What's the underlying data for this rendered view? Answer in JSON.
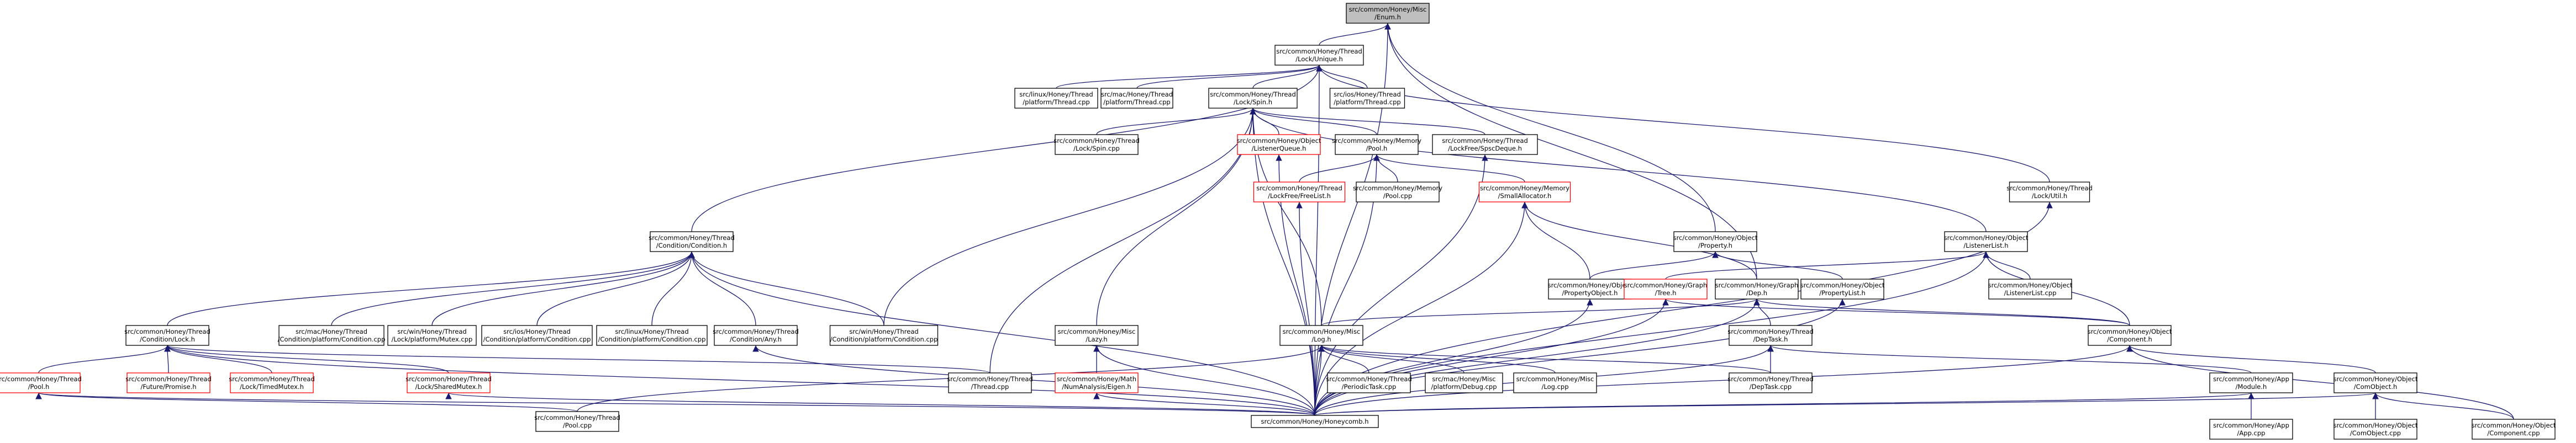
{
  "colors": {
    "edge": "#191970",
    "node_border": "#000000",
    "node_border_missing": "#ff0000",
    "node_fill": "#ffffff",
    "root_fill": "#bfbfbf"
  },
  "nodes": [
    {
      "id": "enum",
      "lines": [
        "src/common/Honey/Misc",
        "/Enum.h"
      ],
      "style": "root"
    },
    {
      "id": "unique",
      "lines": [
        "src/common/Honey/Thread",
        "/Lock/Unique.h"
      ],
      "style": "normal"
    },
    {
      "id": "linuxthread",
      "lines": [
        "src/linux/Honey/Thread",
        "/platform/Thread.cpp"
      ],
      "style": "normal"
    },
    {
      "id": "macthread",
      "lines": [
        "src/mac/Honey/Thread",
        "/platform/Thread.cpp"
      ],
      "style": "normal"
    },
    {
      "id": "spin",
      "lines": [
        "src/common/Honey/Thread",
        "/Lock/Spin.h"
      ],
      "style": "normal"
    },
    {
      "id": "iosthread",
      "lines": [
        "src/ios/Honey/Thread",
        "/platform/Thread.cpp"
      ],
      "style": "normal"
    },
    {
      "id": "lockutil",
      "lines": [
        "src/common/Honey/Thread",
        "/Lock/Util.h"
      ],
      "style": "normal"
    },
    {
      "id": "spincpp",
      "lines": [
        "src/common/Honey/Thread",
        "/Lock/Spin.cpp"
      ],
      "style": "normal"
    },
    {
      "id": "listenerqueue",
      "lines": [
        "src/common/Honey/Object",
        "/ListenerQueue.h"
      ],
      "style": "missing"
    },
    {
      "id": "mempool",
      "lines": [
        "src/common/Honey/Memory",
        "/Pool.h"
      ],
      "style": "normal"
    },
    {
      "id": "lockfreespscdeque",
      "lines": [
        "src/common/Honey/Thread",
        "/LockFree/SpscDeque.h"
      ],
      "style": "normal"
    },
    {
      "id": "property",
      "lines": [
        "src/common/Honey/Object",
        "/Property.h"
      ],
      "style": "normal"
    },
    {
      "id": "listenerlist",
      "lines": [
        "src/common/Honey/Object",
        "/ListenerList.h"
      ],
      "style": "normal"
    },
    {
      "id": "freelist",
      "lines": [
        "src/common/Honey/Thread",
        "/LockFree/FreeList.h"
      ],
      "style": "missing"
    },
    {
      "id": "poolcpp",
      "lines": [
        "src/common/Honey/Memory",
        "/Pool.cpp"
      ],
      "style": "normal"
    },
    {
      "id": "smallalloc",
      "lines": [
        "src/common/Honey/Memory",
        "/SmallAllocator.h"
      ],
      "style": "missing"
    },
    {
      "id": "condition",
      "lines": [
        "src/common/Honey/Thread",
        "/Condition/Condition.h"
      ],
      "style": "normal"
    },
    {
      "id": "propertyobject",
      "lines": [
        "src/common/Honey/Object",
        "/PropertyObject.h"
      ],
      "style": "normal"
    },
    {
      "id": "tree",
      "lines": [
        "src/common/Honey/Graph",
        "/Tree.h"
      ],
      "style": "missing"
    },
    {
      "id": "dep",
      "lines": [
        "src/common/Honey/Graph",
        "/Dep.h"
      ],
      "style": "normal"
    },
    {
      "id": "propertylist",
      "lines": [
        "src/common/Honey/Object",
        "/PropertyList.h"
      ],
      "style": "normal"
    },
    {
      "id": "listenerlistcpp",
      "lines": [
        "src/common/Honey/Object",
        "/ListenerList.cpp"
      ],
      "style": "normal"
    },
    {
      "id": "condlock",
      "lines": [
        "src/common/Honey/Thread",
        "/Condition/Lock.h"
      ],
      "style": "normal"
    },
    {
      "id": "maccond",
      "lines": [
        "src/mac/Honey/Thread",
        "/Condition/platform/Condition.cpp"
      ],
      "style": "normal"
    },
    {
      "id": "winmutex",
      "lines": [
        "src/win/Honey/Thread",
        "/Lock/platform/Mutex.cpp"
      ],
      "style": "normal"
    },
    {
      "id": "ioscond",
      "lines": [
        "src/ios/Honey/Thread",
        "/Condition/platform/Condition.cpp"
      ],
      "style": "normal"
    },
    {
      "id": "linuxcond",
      "lines": [
        "src/linux/Honey/Thread",
        "/Condition/platform/Condition.cpp"
      ],
      "style": "normal"
    },
    {
      "id": "condany",
      "lines": [
        "src/common/Honey/Thread",
        "/Condition/Any.h"
      ],
      "style": "normal"
    },
    {
      "id": "wincond",
      "lines": [
        "src/win/Honey/Thread",
        "/Condition/platform/Condition.cpp"
      ],
      "style": "normal"
    },
    {
      "id": "lazy",
      "lines": [
        "src/common/Honey/Misc",
        "/Lazy.h"
      ],
      "style": "normal"
    },
    {
      "id": "log",
      "lines": [
        "src/common/Honey/Misc",
        "/Log.h"
      ],
      "style": "normal"
    },
    {
      "id": "deptask",
      "lines": [
        "src/common/Honey/Thread",
        "/DepTask.h"
      ],
      "style": "normal"
    },
    {
      "id": "component",
      "lines": [
        "src/common/Honey/Object",
        "/Component.h"
      ],
      "style": "normal"
    },
    {
      "id": "threadpool",
      "lines": [
        "src/common/Honey/Thread",
        "/Pool.h"
      ],
      "style": "missing"
    },
    {
      "id": "futurepromise",
      "lines": [
        "src/common/Honey/Thread",
        "/Future/Promise.h"
      ],
      "style": "missing"
    },
    {
      "id": "timedmutex",
      "lines": [
        "src/common/Honey/Thread",
        "/Lock/TimedMutex.h"
      ],
      "style": "missing"
    },
    {
      "id": "sharedmutex",
      "lines": [
        "src/common/Honey/Thread",
        "/Lock/SharedMutex.h"
      ],
      "style": "missing"
    },
    {
      "id": "threadcpp",
      "lines": [
        "src/common/Honey/Thread",
        "/Thread.cpp"
      ],
      "style": "normal"
    },
    {
      "id": "numanalysis",
      "lines": [
        "src/common/Honey/Math",
        "/NumAnalysis/Eigen.h"
      ],
      "style": "missing"
    },
    {
      "id": "periodictask",
      "lines": [
        "src/common/Honey/Thread",
        "/PeriodicTask.cpp"
      ],
      "style": "normal"
    },
    {
      "id": "macdebug",
      "lines": [
        "src/mac/Honey/Misc",
        "/platform/Debug.cpp"
      ],
      "style": "normal"
    },
    {
      "id": "logcpp",
      "lines": [
        "src/common/Honey/Misc",
        "/Log.cpp"
      ],
      "style": "normal"
    },
    {
      "id": "deptaskcpp",
      "lines": [
        "src/common/Honey/Thread",
        "/DepTask.cpp"
      ],
      "style": "normal"
    },
    {
      "id": "module",
      "lines": [
        "src/common/Honey/App",
        "/Module.h"
      ],
      "style": "normal"
    },
    {
      "id": "comobject",
      "lines": [
        "src/common/Honey/Object",
        "/ComObject.h"
      ],
      "style": "normal"
    },
    {
      "id": "poolthreadcpp",
      "lines": [
        "src/common/Honey/Thread",
        "/Pool.cpp"
      ],
      "style": "normal"
    },
    {
      "id": "honeycomb",
      "lines": [
        "src/common/Honey/Honeycomb.h"
      ],
      "style": "normal"
    },
    {
      "id": "appcpp",
      "lines": [
        "src/common/Honey/App",
        "/App.cpp"
      ],
      "style": "normal"
    },
    {
      "id": "comobjectcpp",
      "lines": [
        "src/common/Honey/Object",
        "/ComObject.cpp"
      ],
      "style": "normal"
    },
    {
      "id": "componentcpp",
      "lines": [
        "src/common/Honey/Object",
        "/Component.cpp"
      ],
      "style": "normal"
    }
  ],
  "edges": [
    [
      "enum",
      "unique"
    ],
    [
      "enum",
      "property"
    ],
    [
      "enum",
      "dep"
    ],
    [
      "enum",
      "honeycomb"
    ],
    [
      "unique",
      "linuxthread"
    ],
    [
      "unique",
      "macthread"
    ],
    [
      "unique",
      "spin"
    ],
    [
      "unique",
      "iosthread"
    ],
    [
      "unique",
      "lockutil"
    ],
    [
      "unique",
      "condition"
    ],
    [
      "unique",
      "honeycomb"
    ],
    [
      "spin",
      "spincpp"
    ],
    [
      "spin",
      "listenerqueue"
    ],
    [
      "spin",
      "mempool"
    ],
    [
      "spin",
      "lockfreespscdeque"
    ],
    [
      "spin",
      "listenerlist"
    ],
    [
      "spin",
      "lazy"
    ],
    [
      "spin",
      "log"
    ],
    [
      "spin",
      "threadcpp"
    ],
    [
      "spin",
      "wincond"
    ],
    [
      "spin",
      "honeycomb"
    ],
    [
      "lockutil",
      "honeycomb"
    ],
    [
      "listenerqueue",
      "honeycomb"
    ],
    [
      "mempool",
      "freelist"
    ],
    [
      "mempool",
      "poolcpp"
    ],
    [
      "mempool",
      "smallalloc"
    ],
    [
      "mempool",
      "honeycomb"
    ],
    [
      "lockfreespscdeque",
      "honeycomb"
    ],
    [
      "property",
      "propertyobject"
    ],
    [
      "property",
      "propertylist"
    ],
    [
      "listenerlist",
      "tree"
    ],
    [
      "listenerlist",
      "listenerlistcpp"
    ],
    [
      "listenerlist",
      "component"
    ],
    [
      "listenerlist",
      "honeycomb"
    ],
    [
      "freelist",
      "honeycomb"
    ],
    [
      "smallalloc",
      "dep"
    ],
    [
      "smallalloc",
      "propertyobject"
    ],
    [
      "smallalloc",
      "honeycomb"
    ],
    [
      "condition",
      "condlock"
    ],
    [
      "condition",
      "maccond"
    ],
    [
      "condition",
      "winmutex"
    ],
    [
      "condition",
      "ioscond"
    ],
    [
      "condition",
      "linuxcond"
    ],
    [
      "condition",
      "condany"
    ],
    [
      "condition",
      "wincond"
    ],
    [
      "condition",
      "honeycomb"
    ],
    [
      "propertyobject",
      "honeycomb"
    ],
    [
      "tree",
      "component"
    ],
    [
      "tree",
      "honeycomb"
    ],
    [
      "dep",
      "deptask"
    ],
    [
      "dep",
      "log"
    ],
    [
      "dep",
      "component"
    ],
    [
      "dep",
      "honeycomb"
    ],
    [
      "propertylist",
      "honeycomb"
    ],
    [
      "condlock",
      "threadpool"
    ],
    [
      "condlock",
      "futurepromise"
    ],
    [
      "condlock",
      "timedmutex"
    ],
    [
      "condlock",
      "sharedmutex"
    ],
    [
      "condlock",
      "threadcpp"
    ],
    [
      "condlock",
      "honeycomb"
    ],
    [
      "condany",
      "honeycomb"
    ],
    [
      "lazy",
      "numanalysis"
    ],
    [
      "lazy",
      "honeycomb"
    ],
    [
      "log",
      "periodictask"
    ],
    [
      "log",
      "macdebug"
    ],
    [
      "log",
      "logcpp"
    ],
    [
      "log",
      "deptaskcpp"
    ],
    [
      "log",
      "poolthreadcpp"
    ],
    [
      "log",
      "honeycomb"
    ],
    [
      "deptask",
      "deptaskcpp"
    ],
    [
      "deptask",
      "module"
    ],
    [
      "deptask",
      "honeycomb"
    ],
    [
      "component",
      "comobject"
    ],
    [
      "component",
      "componentcpp"
    ],
    [
      "component",
      "honeycomb"
    ],
    [
      "threadpool",
      "poolthreadcpp"
    ],
    [
      "threadpool",
      "honeycomb"
    ],
    [
      "sharedmutex",
      "honeycomb"
    ],
    [
      "numanalysis",
      "honeycomb"
    ],
    [
      "module",
      "appcpp"
    ],
    [
      "module",
      "honeycomb"
    ],
    [
      "comobject",
      "comobjectcpp"
    ],
    [
      "comobject",
      "componentcpp"
    ],
    [
      "comobject",
      "honeycomb"
    ]
  ]
}
